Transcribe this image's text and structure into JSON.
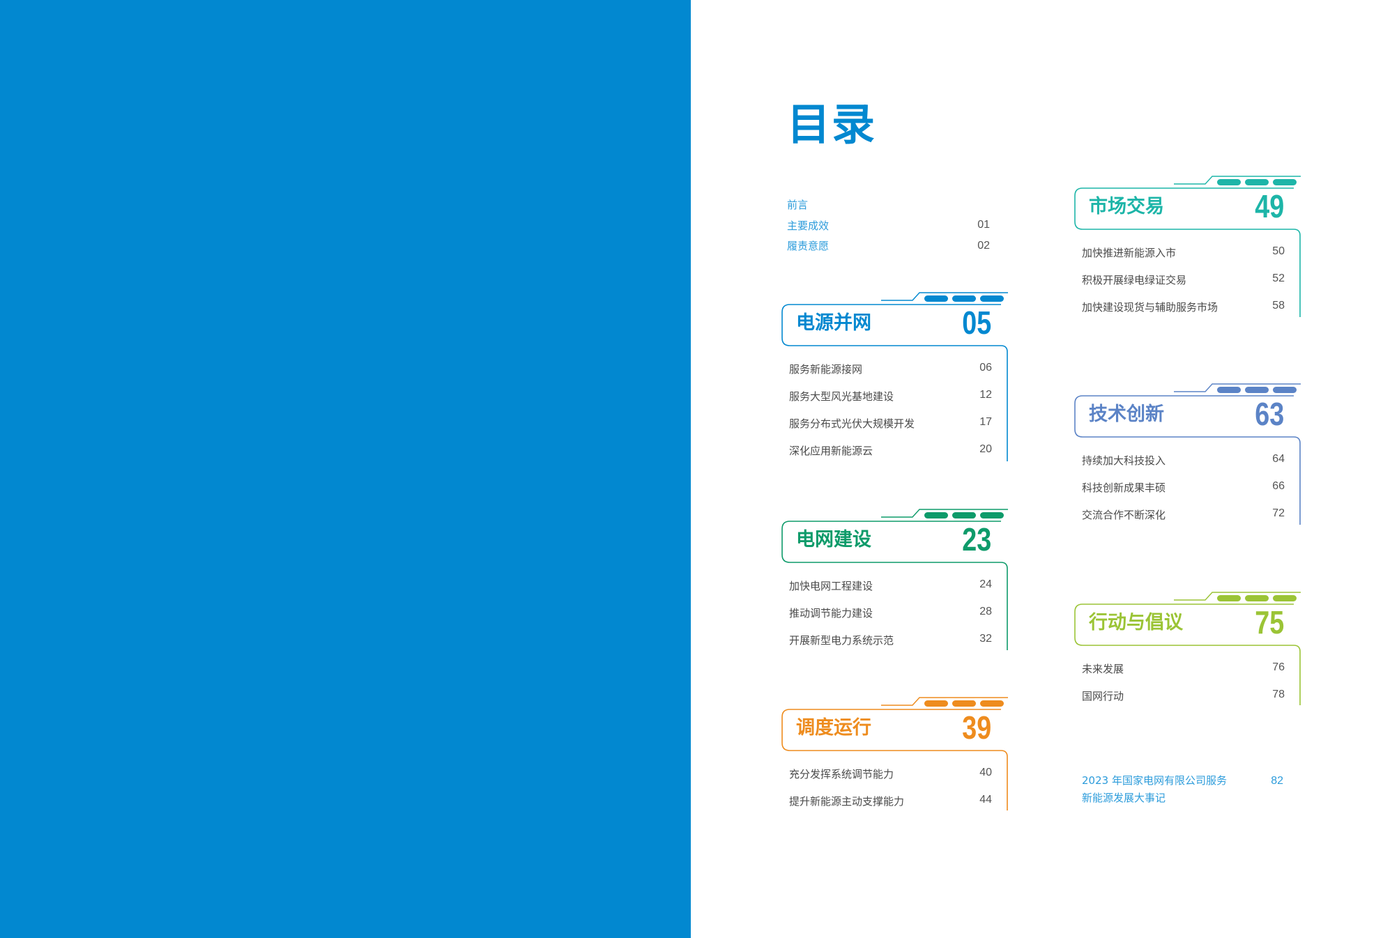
{
  "page_title": "目录",
  "intro": [
    {
      "label": "前言",
      "page": ""
    },
    {
      "label": "主要成效",
      "page": "01"
    },
    {
      "label": "履责意愿",
      "page": "02"
    }
  ],
  "sections": [
    {
      "title": "电源并网",
      "number": "05",
      "color": "#0288D0",
      "items": [
        {
          "label": "服务新能源接网",
          "page": "06"
        },
        {
          "label": "服务大型风光基地建设",
          "page": "12"
        },
        {
          "label": "服务分布式光伏大规模开发",
          "page": "17"
        },
        {
          "label": "深化应用新能源云",
          "page": "20"
        }
      ]
    },
    {
      "title": "电网建设",
      "number": "23",
      "color": "#0E9B6A",
      "items": [
        {
          "label": "加快电网工程建设",
          "page": "24"
        },
        {
          "label": "推动调节能力建设",
          "page": "28"
        },
        {
          "label": "开展新型电力系统示范",
          "page": "32"
        }
      ]
    },
    {
      "title": "调度运行",
      "number": "39",
      "color": "#EE8C1E",
      "items": [
        {
          "label": "充分发挥系统调节能力",
          "page": "40"
        },
        {
          "label": "提升新能源主动支撑能力",
          "page": "44"
        }
      ]
    },
    {
      "title": "市场交易",
      "number": "49",
      "color": "#1DB5A8",
      "items": [
        {
          "label": "加快推进新能源入市",
          "page": "50"
        },
        {
          "label": "积极开展绿电绿证交易",
          "page": "52"
        },
        {
          "label": "加快建设现货与辅助服务市场",
          "page": "58"
        }
      ]
    },
    {
      "title": "技术创新",
      "number": "63",
      "color": "#5B83C6",
      "items": [
        {
          "label": "持续加大科技投入",
          "page": "64"
        },
        {
          "label": "科技创新成果丰硕",
          "page": "66"
        },
        {
          "label": "交流合作不断深化",
          "page": "72"
        }
      ]
    },
    {
      "title": "行动与倡议",
      "number": "75",
      "color": "#9BC436",
      "items": [
        {
          "label": "未来发展",
          "page": "76"
        },
        {
          "label": "国网行动",
          "page": "78"
        }
      ]
    }
  ],
  "memorabilia": {
    "line1": "2023 年国家电网有限公司服务",
    "line2": "新能源发展大事记",
    "page": "82"
  }
}
